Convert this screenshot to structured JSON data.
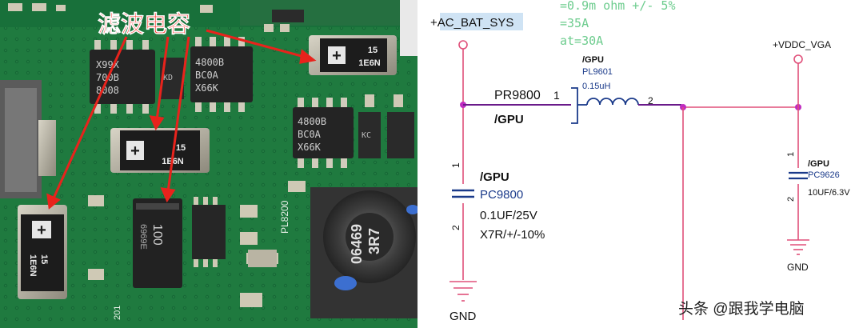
{
  "photo": {
    "annotation": "滤波电容",
    "cap_top_right": {
      "line1": "15",
      "line2": "1E6N"
    },
    "cap_mid": {
      "line1": "15",
      "line2": "1E6N"
    },
    "cap_bottom_left": {
      "line1": "15",
      "line2": "1E6N"
    },
    "ic_left": {
      "l1": "X99X",
      "l2": "700B",
      "l3": "8008"
    },
    "ic_mid_top": {
      "l1": "4800B",
      "l2": "BC0A",
      "l3": "X66K"
    },
    "ic_mid_right": {
      "l1": "4800B",
      "l2": "BC0A",
      "l3": "X66K"
    },
    "diode_label": "100",
    "diode_sub": "6969E",
    "inductor_label": {
      "l1": "3R7",
      "l2": "06469"
    },
    "silk_pl8200": "PL8200",
    "silk_bottom": "201"
  },
  "schematic": {
    "spec_lines": [
      "=0.9m ohm +/- 5%",
      "=35A",
      "at=30A"
    ],
    "input_rail": "+AC_BAT_SYS",
    "output_rail": "+VDDC_VGA",
    "pr9800": {
      "ref": "PR9800",
      "group": "/GPU",
      "pin1": "1"
    },
    "pl9601": {
      "group": "/GPU",
      "ref": "PL9601",
      "value": "0.15uH",
      "pin1": "1",
      "pin2": "2"
    },
    "pc9800": {
      "group": "/GPU",
      "ref": "PC9800",
      "value": "0.1UF/25V",
      "tolerance": "X7R/+/-10%",
      "pin1": "1",
      "pin2": "2"
    },
    "pc9626": {
      "group": "/GPU",
      "ref": "PC9626",
      "value": "10UF/6.3V",
      "pin1": "1",
      "pin2": "2"
    },
    "gnd_left": "GND",
    "gnd_right": "GND",
    "watermark": "头条 @跟我学电脑"
  }
}
